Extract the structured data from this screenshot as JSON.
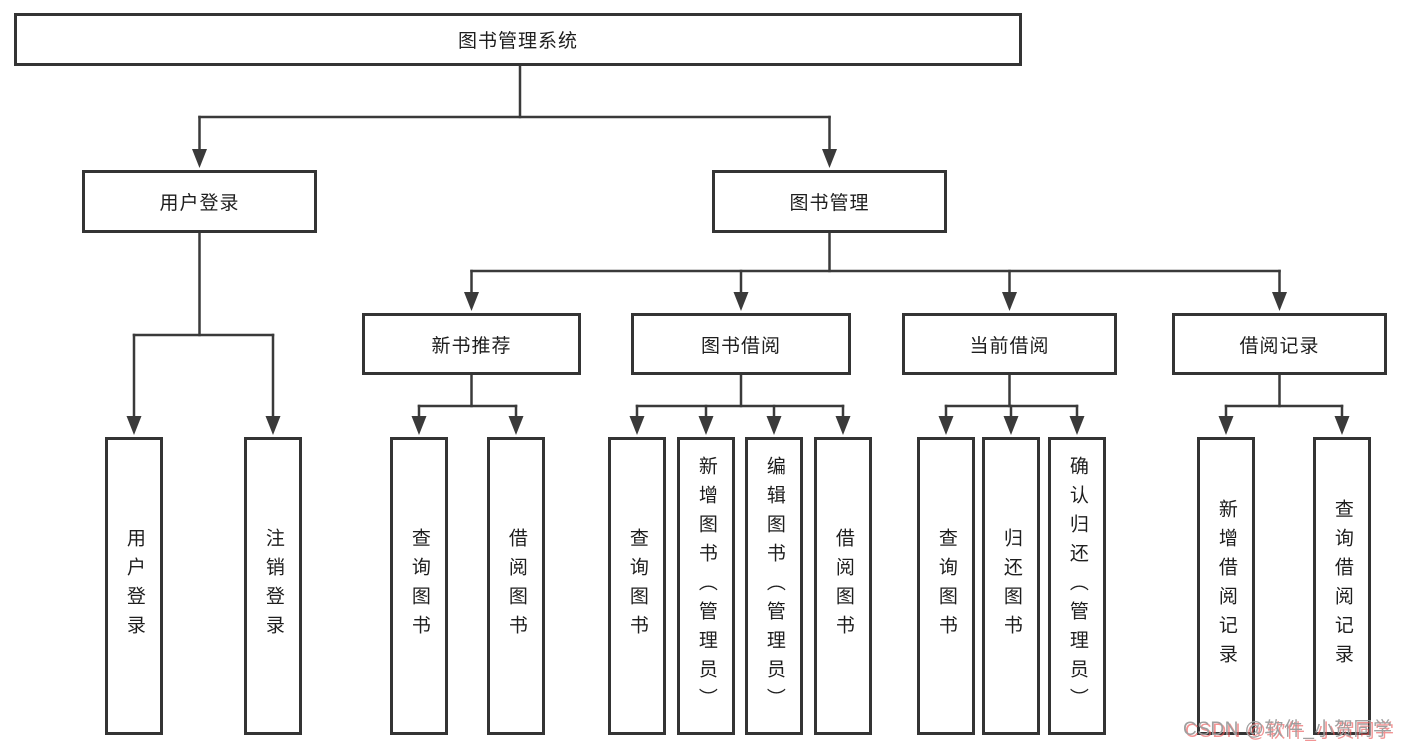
{
  "tree": {
    "root": {
      "label": "图书管理系统"
    },
    "branches": [
      {
        "label": "用户登录",
        "children": [
          {
            "label": "用户登录"
          },
          {
            "label": "注销登录"
          }
        ]
      },
      {
        "label": "图书管理",
        "children": [
          {
            "label": "新书推荐",
            "children": [
              {
                "label": "查询图书"
              },
              {
                "label": "借阅图书"
              }
            ]
          },
          {
            "label": "图书借阅",
            "children": [
              {
                "label": "查询图书"
              },
              {
                "label": "新增图书（管理员）"
              },
              {
                "label": "编辑图书（管理员）"
              },
              {
                "label": "借阅图书"
              }
            ]
          },
          {
            "label": "当前借阅",
            "children": [
              {
                "label": "查询图书"
              },
              {
                "label": "归还图书"
              },
              {
                "label": "确认归还（管理员）"
              }
            ]
          },
          {
            "label": "借阅记录",
            "children": [
              {
                "label": "新增借阅记录"
              },
              {
                "label": "查询借阅记录"
              }
            ]
          }
        ]
      }
    ]
  },
  "colors": {
    "line": "#3a3a3a",
    "border": "#343434",
    "text": "#1e1e1e",
    "watermark_gray": "#9f9f9f",
    "watermark_red": "#eb5a5a"
  },
  "watermark": {
    "text": "CSDN @软件_小贺同学"
  }
}
